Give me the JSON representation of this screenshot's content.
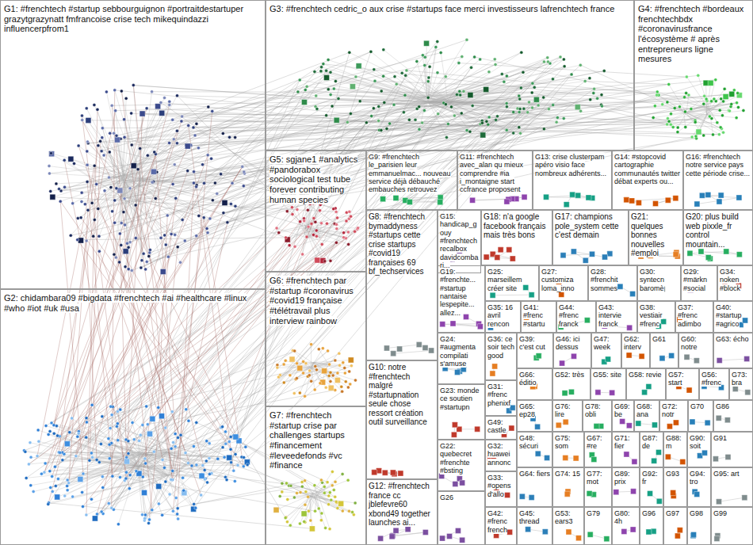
{
  "diagram": {
    "nodes": [
      {
        "text": [
          "G1: #frenchtech #startup sebbourguignon #portraitdestartuper grazytgrazynatt fmfrancoise crise tech mikequindazzi influencerpfrom1"
        ]
      },
      {
        "text": [
          "G3: #frenchtech cedric_o aux crise #startups face merci investisseurs lafrenchtech france"
        ]
      },
      {
        "text": [
          "G4: #frenchtech #bordeaux frenchtechbdx #coronavirusfrance l'écosystème # après entrepreneurs ligne mesures"
        ]
      },
      {
        "text": [
          "G5: sgjane1 #analytics #pandorabox sociological test tube forever contributing human species"
        ]
      },
      {
        "text": [
          "G9: #frenchtech le_parisien leur emmanuelmac... nouveau service déjà débauché embauches retrouvez"
        ]
      },
      {
        "text": [
          "G11: #frenchtech avec_alan qu mieux comprendre #ia i_montaigne start ccfrance proposent"
        ]
      },
      {
        "text": [
          "G13: crise clusterpam apéro visio face nombreux adhérents..."
        ]
      },
      {
        "text": [
          "G14: #stopcovid cartographie communautés twitter débat experts ou..."
        ]
      },
      {
        "text": [
          "G16: #frenchtech notre service pays cette période crise..."
        ]
      },
      {
        "text": [
          "G8: #frenchtech bymaddyness #startups cette crise startups #covid19 françaises 69 bf_techservices"
        ]
      },
      {
        "text": [
          "G15: handicap_gouy #frenchtech recalbox davidcombari..."
        ]
      },
      {
        "text": [
          "G18: n'a google facebook français mais très bons"
        ]
      },
      {
        "text": [
          "G17: champions pole_system cette c'est demain"
        ]
      },
      {
        "text": [
          "G21: quelques bonnes nouvelles #emploi"
        ]
      },
      {
        "text": [
          "G20: plus build web pixxle_fr control mountain..."
        ]
      },
      {
        "text": [
          "G19: #frenchte... #startup nantaise lespepite... allez..."
        ]
      },
      {
        "text": [
          "G25: marseillem créer site"
        ]
      },
      {
        "text": [
          "G27: customiza loma_inno"
        ]
      },
      {
        "text": [
          "G28: #frenchit sommes"
        ]
      },
      {
        "text": [
          "G30: syntecn baromè"
        ]
      },
      {
        "text": [
          "G29: #märkn #social"
        ]
      },
      {
        "text": [
          "G34: noken #block"
        ]
      },
      {
        "text": [
          "G35: 16 avril rencon"
        ]
      },
      {
        "text": [
          "G41: #frenc #startu"
        ]
      },
      {
        "text": [
          "G44: #frenc franck"
        ]
      },
      {
        "text": [
          "G43: intervie franck"
        ]
      },
      {
        "text": [
          "G38: vestiair #frenc"
        ]
      },
      {
        "text": [
          "G37: #frenc adimbo"
        ]
      },
      {
        "text": [
          "G40: #startup #agrico"
        ]
      },
      {
        "text": [
          "G2: chidambara09 #bigdata #frenchtech #ai #healthcare #linux #who #iot #uk #usa"
        ]
      },
      {
        "text": [
          "G6: #frenchtech par #startup #coronavirus #covid19 française #télétravail plus interview rainbow"
        ]
      },
      {
        "text": [
          "G10: notre #frenchtech malgré #startupnation seule chose ressort création outil surveillance"
        ]
      },
      {
        "text": [
          "G24: #augmenta compilati s'amuse"
        ]
      },
      {
        "text": [
          "G36: ce soir tech good"
        ]
      },
      {
        "text": [
          "G39: c'est cut"
        ]
      },
      {
        "text": [
          "G46: ici dessus"
        ]
      },
      {
        "text": [
          "G47: week"
        ]
      },
      {
        "text": [
          "G62: interv"
        ]
      },
      {
        "text": [
          "G61"
        ]
      },
      {
        "text": [
          "G60: notre"
        ]
      },
      {
        "text": [
          "G63: écho"
        ]
      },
      {
        "text": [
          "G23: monde ce soutien #startupn"
        ]
      },
      {
        "text": [
          "G31: #frenc phenixf"
        ]
      },
      {
        "text": [
          "G66: éditio"
        ]
      },
      {
        "text": [
          "G52: très"
        ]
      },
      {
        "text": [
          "G55: site"
        ]
      },
      {
        "text": [
          "G58: revie"
        ]
      },
      {
        "text": [
          "G57: start"
        ]
      },
      {
        "text": [
          "G56: #frenc"
        ]
      },
      {
        "text": [
          "G73: bra"
        ]
      },
      {
        "text": [
          "G7: #frenchtech #startup crise par challenges startups #financement #leveedefonds #vc #finance"
        ]
      },
      {
        "text": [
          "G49: castle"
        ]
      },
      {
        "text": [
          "G65: ep28"
        ]
      },
      {
        "text": [
          "G76: lire"
        ]
      },
      {
        "text": [
          "G78: obli"
        ]
      },
      {
        "text": [
          "G69: be"
        ]
      },
      {
        "text": [
          "G68: ana"
        ]
      },
      {
        "text": [
          "G72: notr"
        ]
      },
      {
        "text": [
          "G70"
        ]
      },
      {
        "text": [
          "G86"
        ]
      },
      {
        "text": [
          "G22: quebecret #frenchte #bsting"
        ]
      },
      {
        "text": [
          "G32: huawei annonc"
        ]
      },
      {
        "text": [
          "G48: sécuri"
        ]
      },
      {
        "text": [
          "G75: som"
        ]
      },
      {
        "text": [
          "G67: #re"
        ]
      },
      {
        "text": [
          "G71: fier"
        ]
      },
      {
        "text": [
          "G87: de"
        ]
      },
      {
        "text": [
          "G88: m"
        ]
      },
      {
        "text": [
          "G90: soit"
        ]
      },
      {
        "text": [
          "G91"
        ]
      },
      {
        "text": [
          "G12: #frenchtech france cc jblefevre60 xbond49 together launches ai..."
        ]
      },
      {
        "text": [
          "G33: #opens d'allo"
        ]
      },
      {
        "text": [
          "G64: fiers"
        ]
      },
      {
        "text": [
          "G74: 15"
        ]
      },
      {
        "text": [
          "G77: mot"
        ]
      },
      {
        "text": [
          "G89: prix"
        ]
      },
      {
        "text": [
          "G92: fr"
        ]
      },
      {
        "text": [
          "G93"
        ]
      },
      {
        "text": [
          "G94: tro"
        ]
      },
      {
        "text": [
          "G95: art"
        ]
      },
      {
        "text": [
          "G26"
        ]
      },
      {
        "text": [
          "G42: #frenc french"
        ]
      },
      {
        "text": [
          "G45: thread"
        ]
      },
      {
        "text": [
          "G53: ears3"
        ]
      },
      {
        "text": [
          "G79"
        ]
      },
      {
        "text": [
          "G80: 4h"
        ]
      },
      {
        "text": [
          "G96"
        ]
      },
      {
        "text": [
          "G97"
        ]
      },
      {
        "text": [
          "G98"
        ]
      },
      {
        "text": [
          "G99"
        ]
      }
    ]
  }
}
